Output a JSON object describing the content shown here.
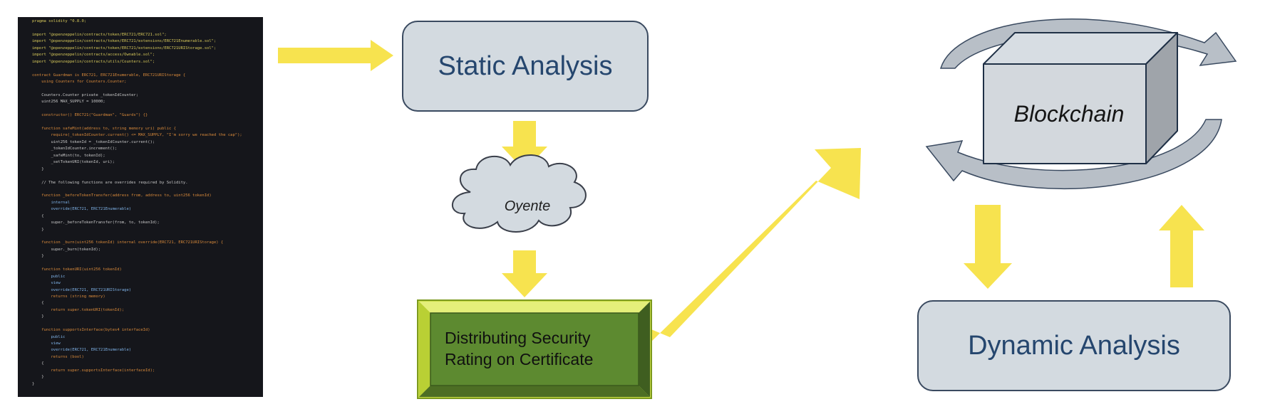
{
  "nodes": {
    "static_analysis": "Static Analysis",
    "oyente": "Oyente",
    "certificate": "Distributing Security Rating on Certificate",
    "blockchain": "Blockchain",
    "dynamic_analysis": "Dynamic Analysis"
  },
  "colors": {
    "arrow": "#f7e34f",
    "box_fill": "#d3dae0",
    "box_border": "#3a4a60",
    "box_text": "#25466e",
    "certificate_fill": "#5d8a30",
    "certificate_bevel": "#d7e84a",
    "code_background": "#15161b"
  },
  "code": {
    "lines": [
      "pragma solidity ^0.8.0;",
      "",
      "import \"@openzeppelin/contracts/token/ERC721/ERC721.sol\";",
      "import \"@openzeppelin/contracts/token/ERC721/extensions/ERC721Enumerable.sol\";",
      "import \"@openzeppelin/contracts/token/ERC721/extensions/ERC721URIStorage.sol\";",
      "import \"@openzeppelin/contracts/access/Ownable.sol\";",
      "import \"@openzeppelin/contracts/utils/Counters.sol\";",
      "",
      "contract Guardman is ERC721, ERC721Enumerable, ERC721URIStorage {",
      "    using Counters for Counters.Counter;",
      "",
      "    Counters.Counter private _tokenIdCounter;",
      "    uint256 MAX_SUPPLY = 10000;",
      "",
      "    constructor() ERC721(\"Guardman\", \"Guards\") {}",
      "",
      "    function safeMint(address to, string memory uri) public {",
      "        require(_tokenIdCounter.current() <= MAX_SUPPLY, \"I'm sorry we reached the cap\");",
      "        uint256 tokenId = _tokenIdCounter.current();",
      "        _tokenIdCounter.increment();",
      "        _safeMint(to, tokenId);",
      "        _setTokenURI(tokenId, uri);",
      "    }",
      "",
      "    // The following functions are overrides required by Solidity.",
      "",
      "    function _beforeTokenTransfer(address from, address to, uint256 tokenId)",
      "        internal",
      "        override(ERC721, ERC721Enumerable)",
      "    {",
      "        super._beforeTokenTransfer(from, to, tokenId);",
      "    }",
      "",
      "    function _burn(uint256 tokenId) internal override(ERC721, ERC721URIStorage) {",
      "        super._burn(tokenId);",
      "    }",
      "",
      "    function tokenURI(uint256 tokenId)",
      "        public",
      "        view",
      "        override(ERC721, ERC721URIStorage)",
      "        returns (string memory)",
      "    {",
      "        return super.tokenURI(tokenId);",
      "    }",
      "",
      "    function supportsInterface(bytes4 interfaceId)",
      "        public",
      "        view",
      "        override(ERC721, ERC721Enumerable)",
      "        returns (bool)",
      "    {",
      "        return super.supportsInterface(interfaceId);",
      "    }",
      "}"
    ]
  }
}
